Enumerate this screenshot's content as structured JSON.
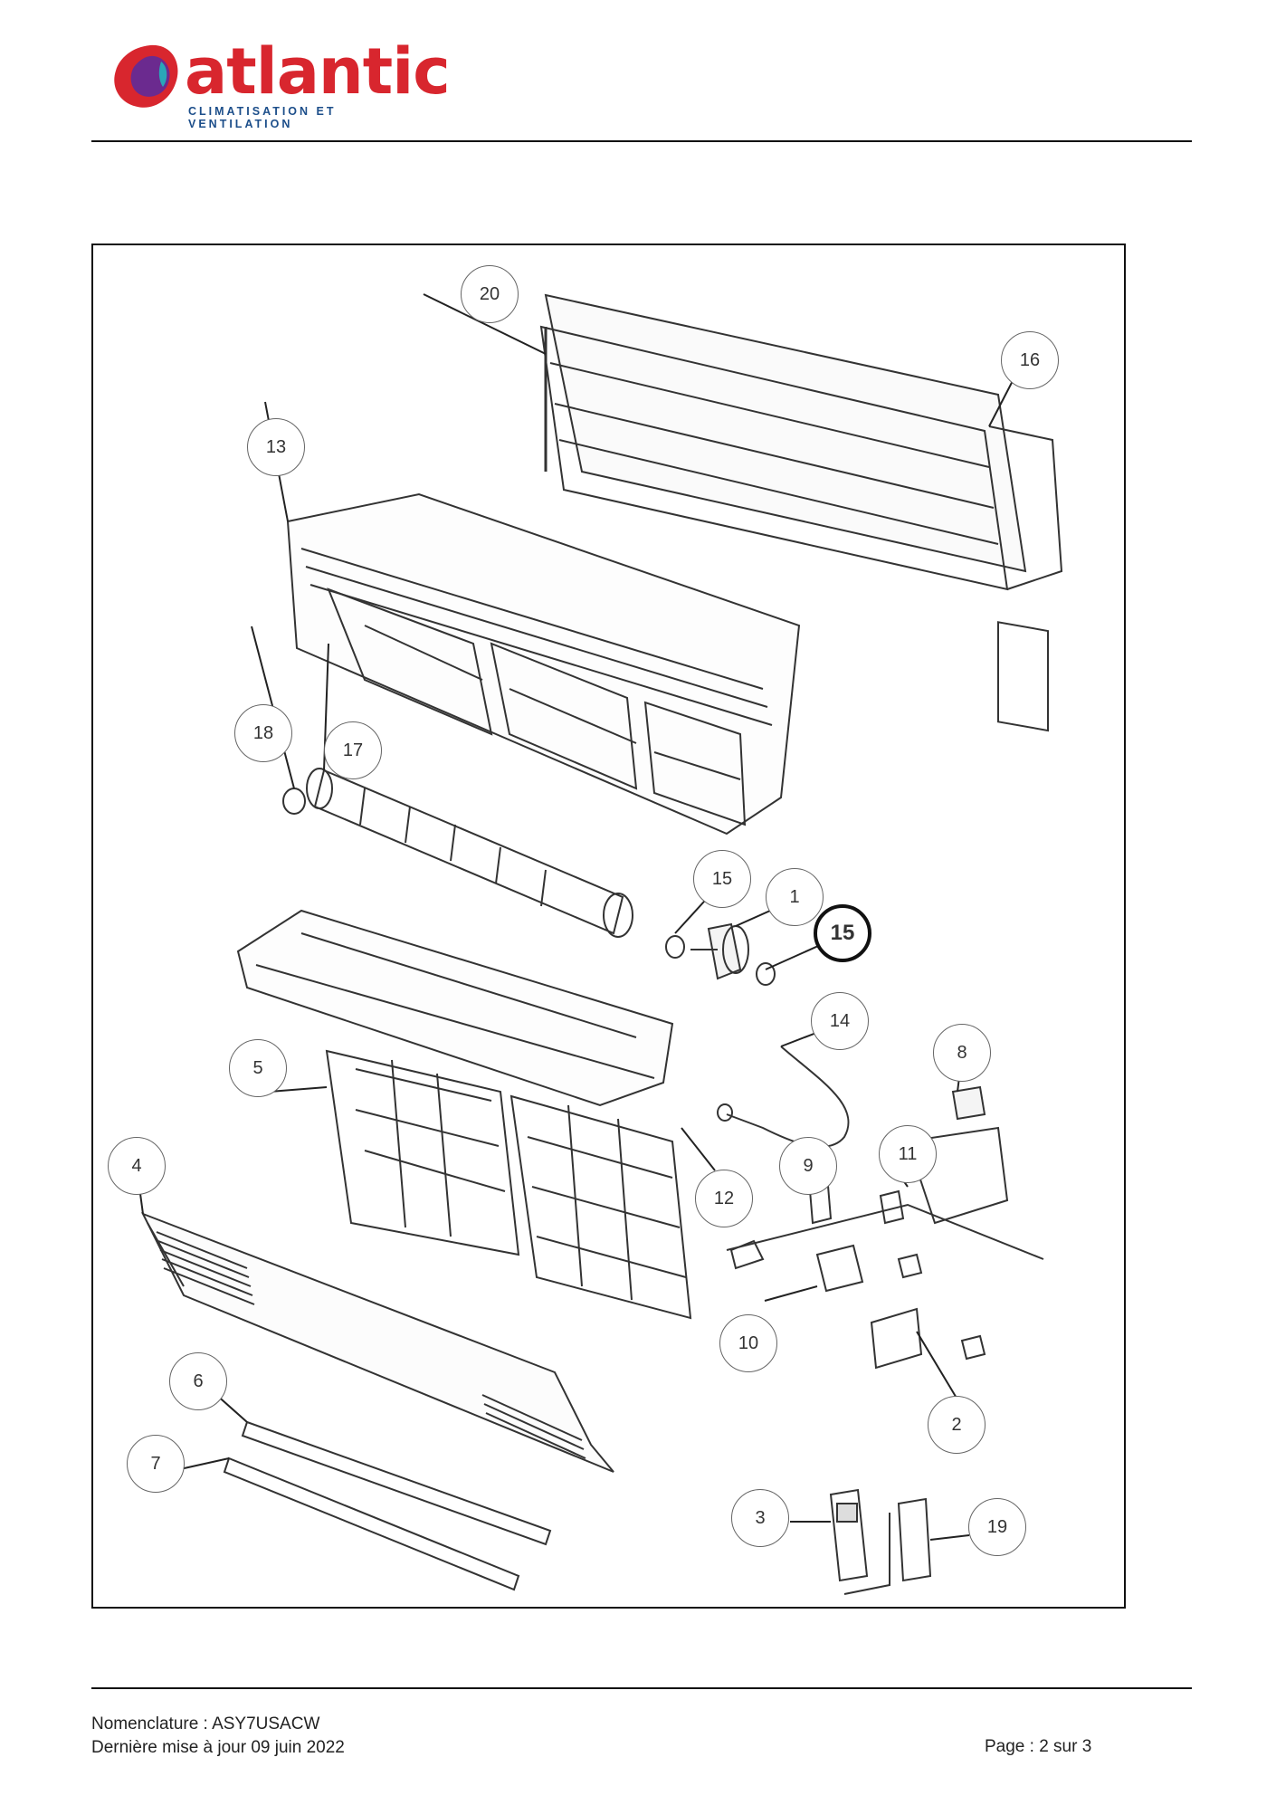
{
  "brand": {
    "name": "atlantic",
    "tagline": "CLIMATISATION ET VENTILATION",
    "colors": {
      "red": "#d8262e",
      "purple": "#6b2a8f",
      "blue": "#1c4e8a",
      "teal": "#2aa6b8"
    }
  },
  "diagram": {
    "callouts": [
      {
        "label": "20",
        "ref": "c20"
      },
      {
        "label": "16",
        "ref": "c16"
      },
      {
        "label": "13",
        "ref": "c13"
      },
      {
        "label": "18",
        "ref": "c18"
      },
      {
        "label": "17",
        "ref": "c17"
      },
      {
        "label": "15",
        "ref": "c15a"
      },
      {
        "label": "1",
        "ref": "c1"
      },
      {
        "label": "15",
        "ref": "c15b"
      },
      {
        "label": "14",
        "ref": "c14"
      },
      {
        "label": "8",
        "ref": "c8"
      },
      {
        "label": "5",
        "ref": "c5"
      },
      {
        "label": "4",
        "ref": "c4"
      },
      {
        "label": "9",
        "ref": "c9"
      },
      {
        "label": "11",
        "ref": "c11"
      },
      {
        "label": "12",
        "ref": "c12"
      },
      {
        "label": "10",
        "ref": "c10"
      },
      {
        "label": "6",
        "ref": "c6"
      },
      {
        "label": "2",
        "ref": "c2"
      },
      {
        "label": "7",
        "ref": "c7"
      },
      {
        "label": "3",
        "ref": "c3"
      },
      {
        "label": "19",
        "ref": "c19"
      }
    ]
  },
  "footer": {
    "nomenclature": "Nomenclature : ASY7USACW",
    "updated": "Dernière mise à jour 09 juin 2022",
    "page": "Page : 2 sur 3"
  }
}
